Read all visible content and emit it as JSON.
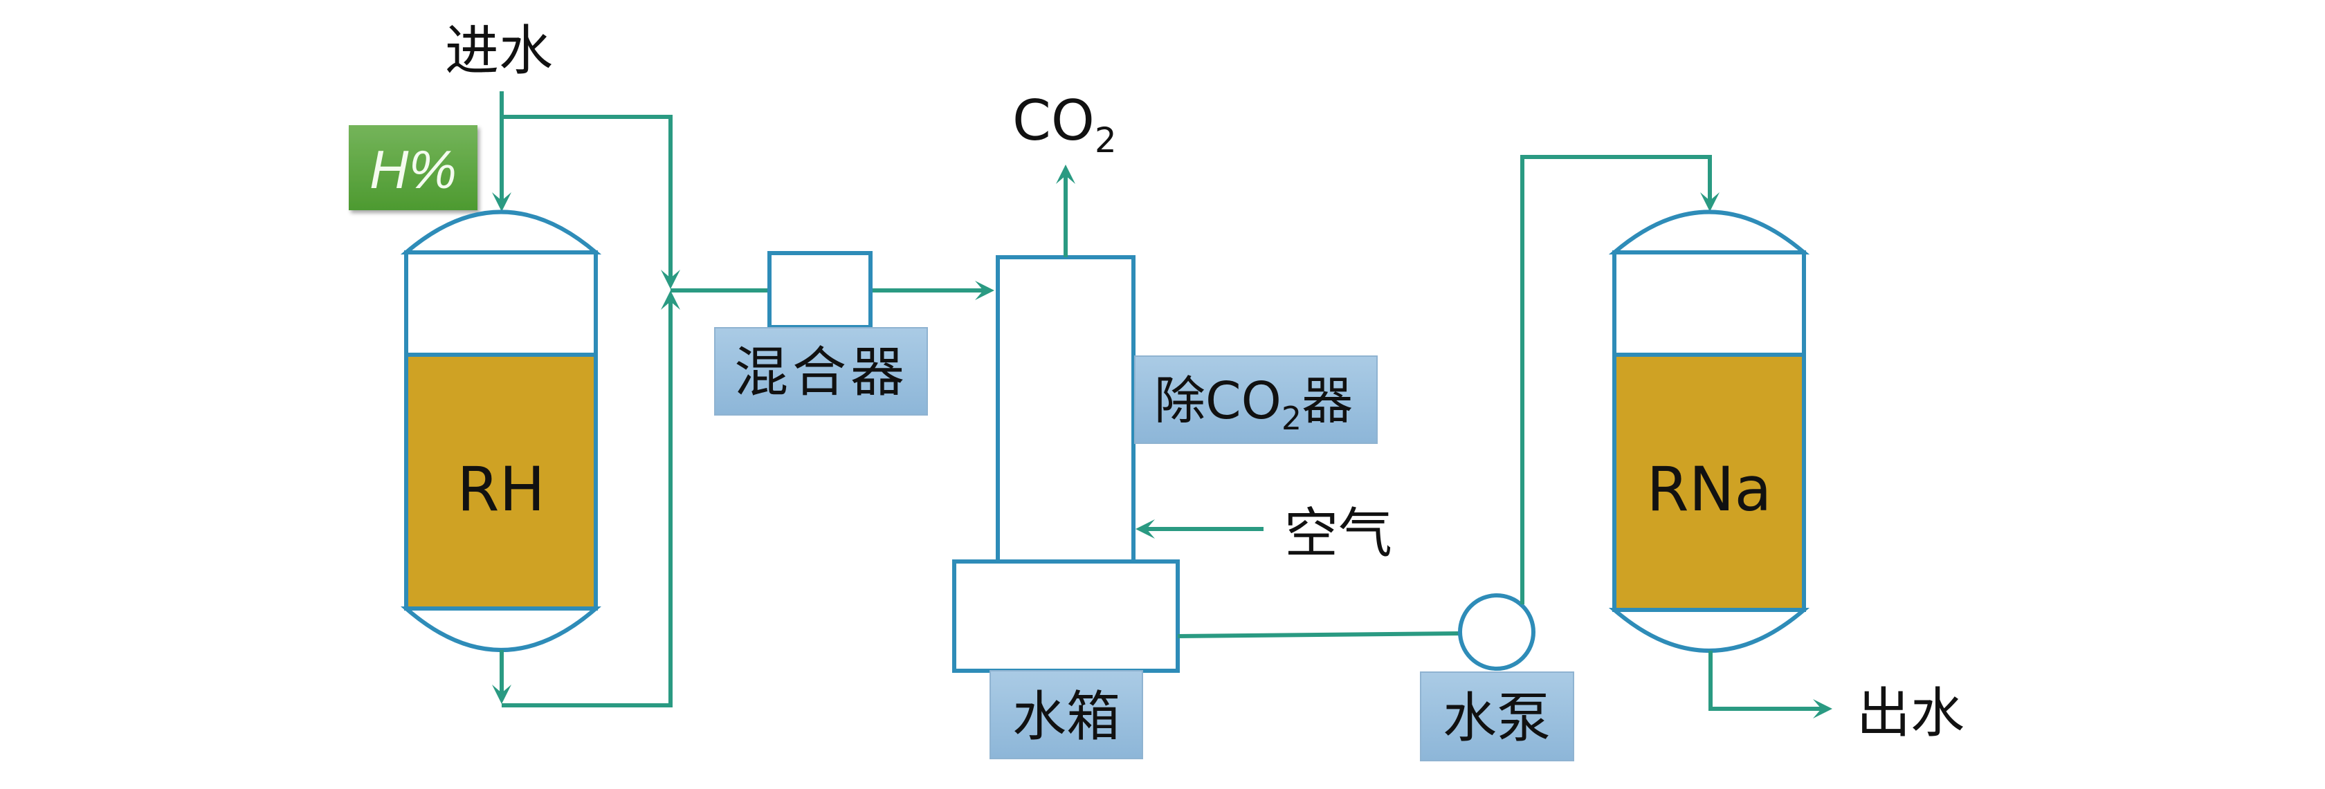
{
  "diagram": {
    "title": "Water softening / deionization process flow",
    "labels": {
      "inlet": "进水",
      "h_percent": "H%",
      "co2_out": "CO",
      "co2_out_sub": "2",
      "mixer": "混合器",
      "degasser_pre": "除CO",
      "degasser_sub": "2",
      "degasser_post": "器",
      "air": "空气",
      "water_tank": "水箱",
      "pump": "水泵",
      "outlet": "出水",
      "vessel_left_resin": "RH",
      "vessel_right_resin": "RNa"
    },
    "colors": {
      "pipe": "#2a9a82",
      "vessel_outline": "#2e8cb8",
      "resin": "#cfa224",
      "label_box": "#9fc2e0",
      "h_percent_badge": "#5ea83d"
    },
    "nodes": [
      {
        "id": "inlet",
        "label": "进水"
      },
      {
        "id": "rh_exchanger",
        "label": "RH"
      },
      {
        "id": "mixer",
        "label": "混合器"
      },
      {
        "id": "degasser",
        "label": "除CO2器"
      },
      {
        "id": "water_tank",
        "label": "水箱"
      },
      {
        "id": "pump",
        "label": "水泵"
      },
      {
        "id": "rna_exchanger",
        "label": "RNa"
      },
      {
        "id": "outlet",
        "label": "出水"
      }
    ],
    "edges": [
      {
        "from": "inlet",
        "to": "rh_exchanger"
      },
      {
        "from": "inlet",
        "to": "mixer",
        "note": "bypass"
      },
      {
        "from": "rh_exchanger",
        "to": "mixer"
      },
      {
        "from": "mixer",
        "to": "degasser"
      },
      {
        "from": "degasser",
        "to": "CO2"
      },
      {
        "from": "air",
        "to": "degasser"
      },
      {
        "from": "degasser",
        "to": "water_tank"
      },
      {
        "from": "water_tank",
        "to": "pump"
      },
      {
        "from": "pump",
        "to": "rna_exchanger"
      },
      {
        "from": "rna_exchanger",
        "to": "outlet"
      }
    ]
  }
}
